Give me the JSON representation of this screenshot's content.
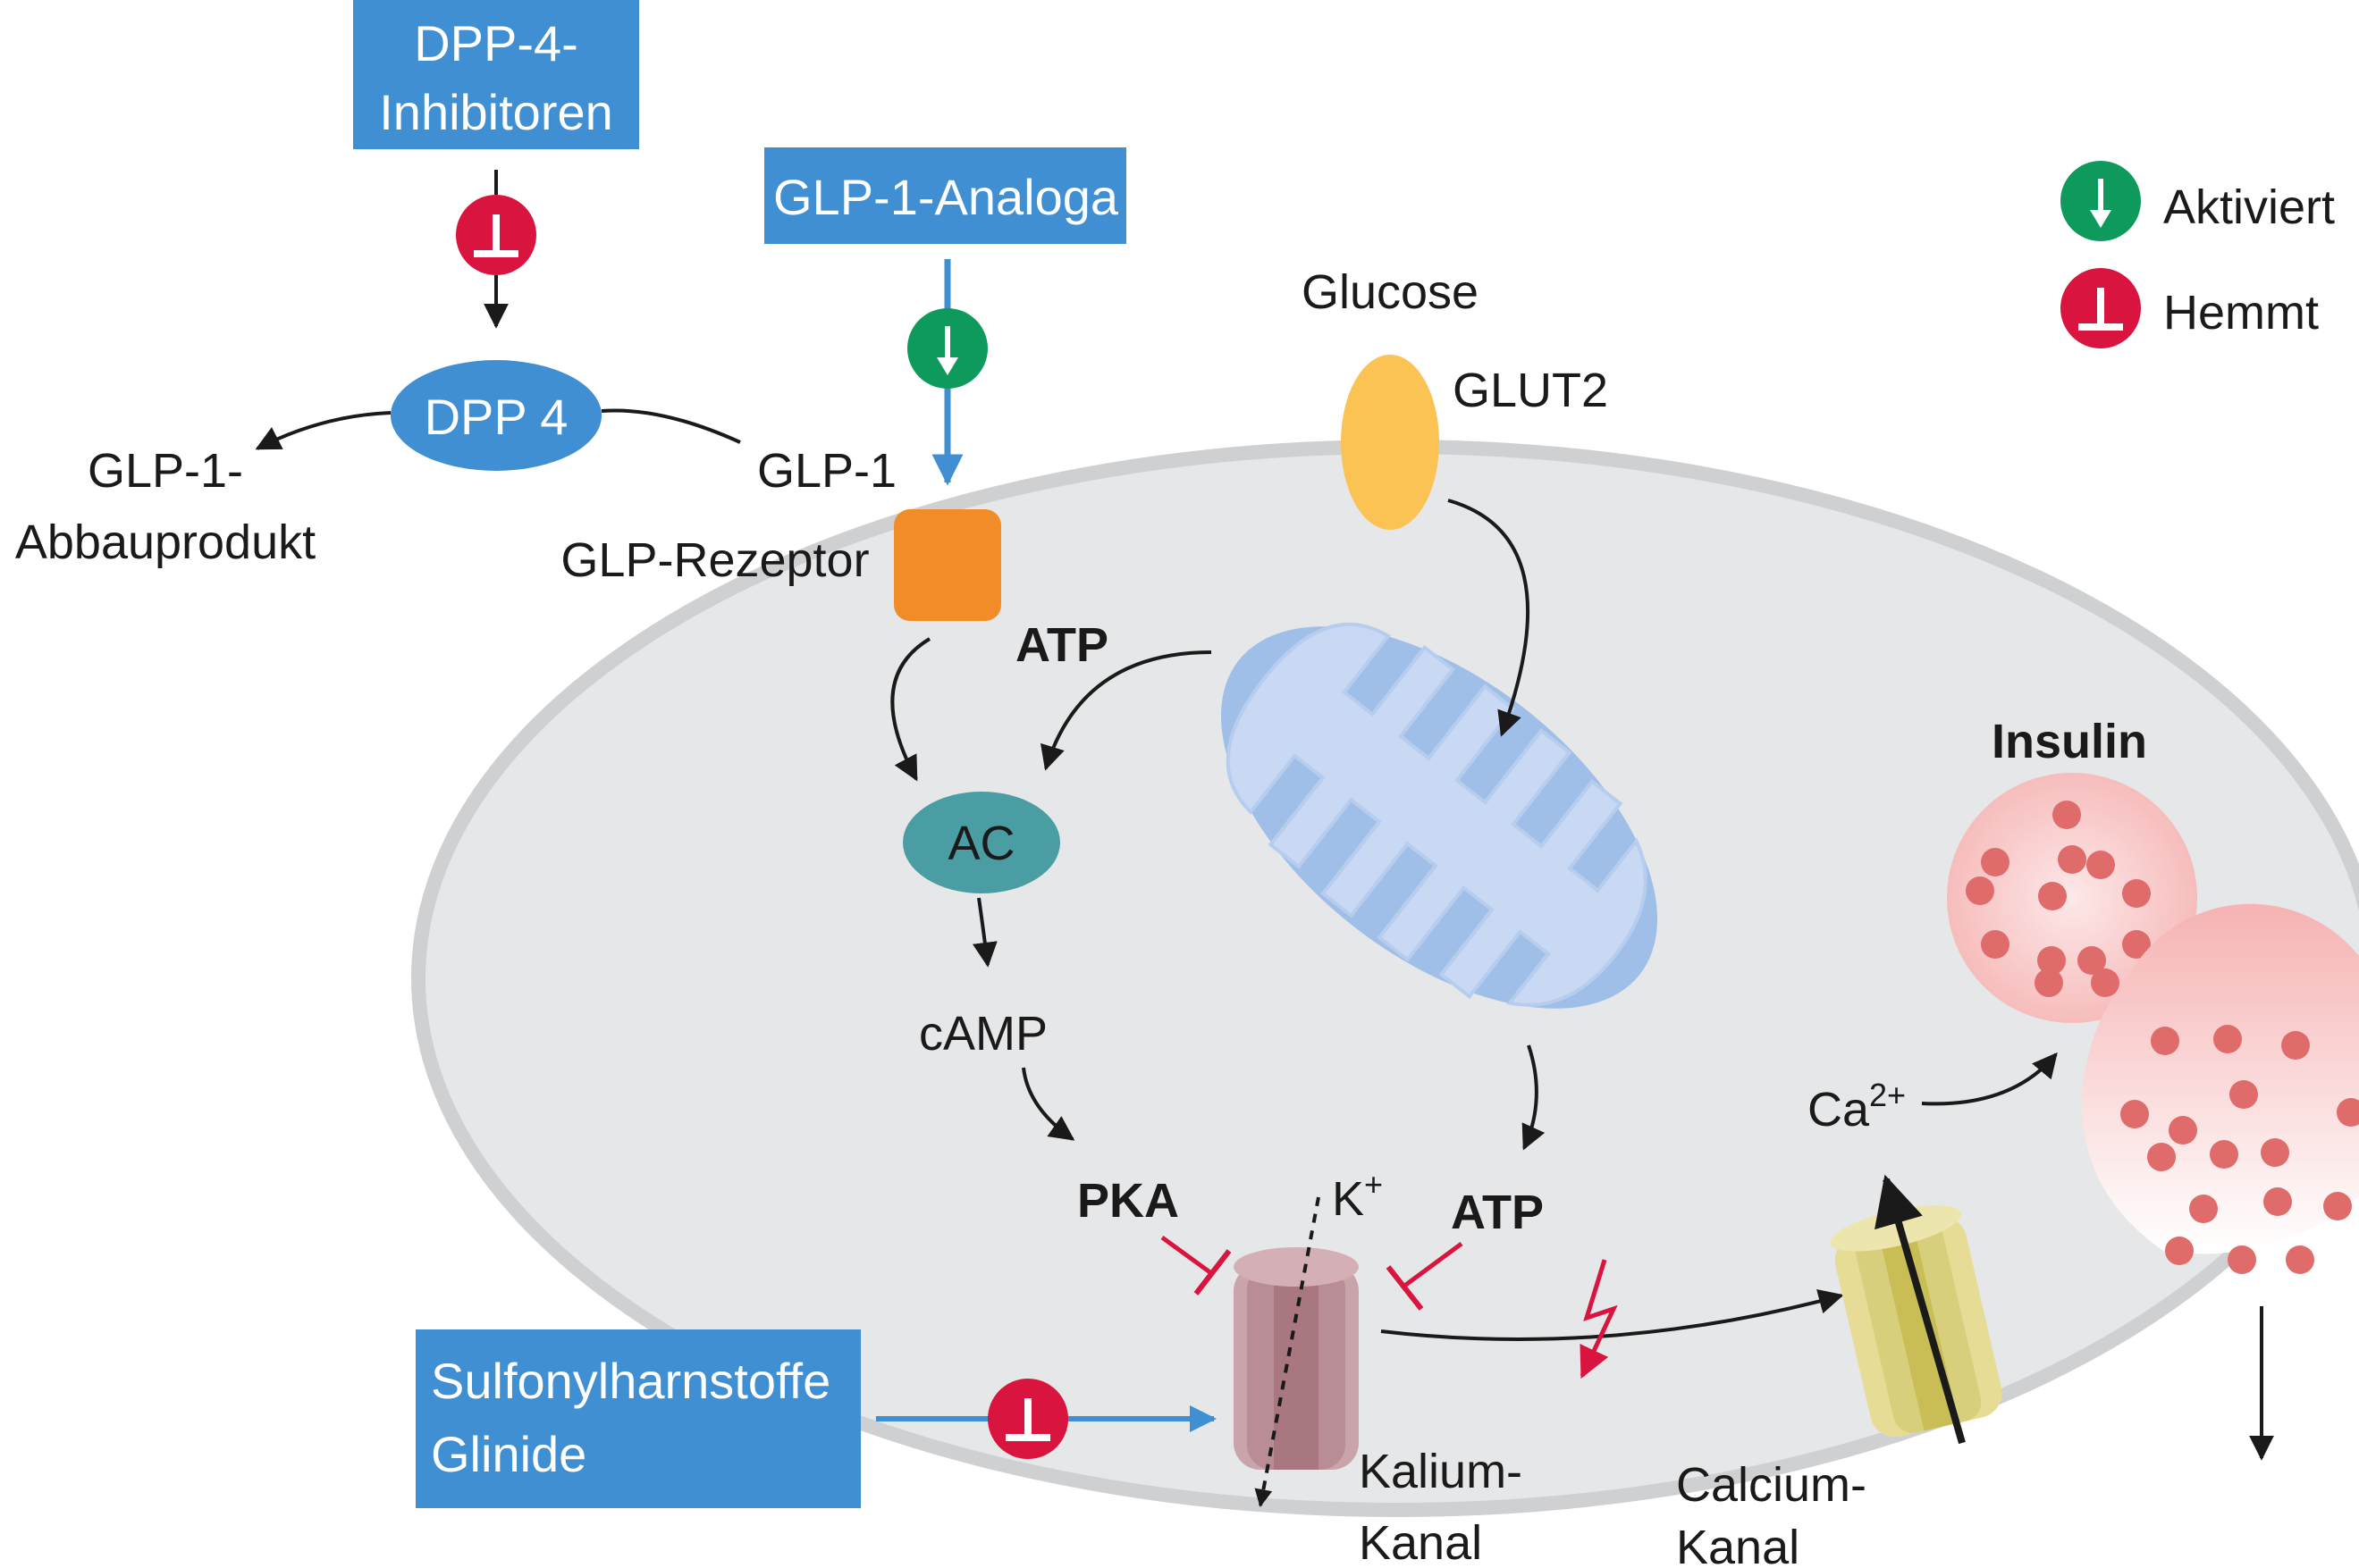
{
  "boxes": {
    "dpp4_inhibitors": [
      "DPP-4-",
      "Inhibitoren"
    ],
    "glp1_analoga": "GLP-1-Analoga",
    "sulfonyl": [
      "Sulfonylharnstoffe",
      "Glinide"
    ]
  },
  "legend": {
    "activates": "Aktiviert",
    "inhibits": "Hemmt"
  },
  "labels": {
    "dpp4": "DPP 4",
    "glp1_breakdown": [
      "GLP-1-",
      "Abbauprodukt"
    ],
    "glp1": "GLP-1",
    "glp_receptor": "GLP-Rezeptor",
    "glucose": "Glucose",
    "glut2": "GLUT2",
    "atp_top": "ATP",
    "ac": "AC",
    "camp": "cAMP",
    "pka": "PKA",
    "k_base": "K",
    "k_sup": "+",
    "atp_bottom": "ATP",
    "insulin": "Insulin",
    "ca_base": "Ca",
    "ca_sup": "2+",
    "potassium_channel": [
      "Kalium-",
      "Kanal"
    ],
    "calcium_channel": [
      "Calcium-",
      "Kanal"
    ]
  },
  "colors": {
    "box_blue": "#3f8fd2",
    "cell_fill": "#e6e7e8",
    "cell_border": "#cfd0d2",
    "activate_green": "#0f9a5d",
    "inhibit_red": "#d9153f",
    "receptor_orange": "#f28c28",
    "glut2_yellow": "#fbc354",
    "ac_teal": "#4a9ea3",
    "mito_blue": "#9fbfe8",
    "insulin_pink": "#f4a3a3",
    "granule_red": "#e06b6b",
    "k_channel": "#b98d95",
    "ca_channel": "#d8cf7c"
  }
}
